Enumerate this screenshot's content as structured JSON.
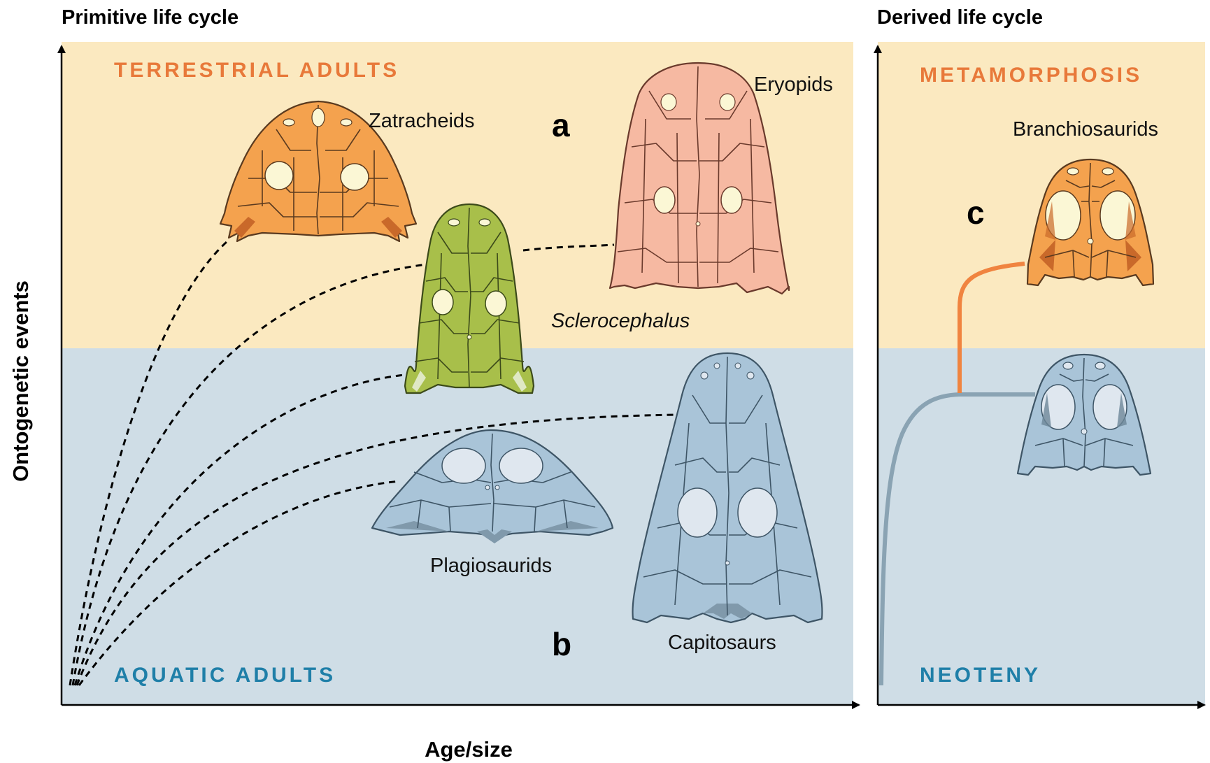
{
  "panels": {
    "primitive": {
      "title": "Primitive life cycle",
      "upper_band": "TERRESTRIAL ADULTS",
      "lower_band": "AQUATIC ADULTS",
      "letter_a": "a",
      "letter_b": "b"
    },
    "derived": {
      "title": "Derived life cycle",
      "upper_band": "METAMORPHOSIS",
      "lower_band": "NEOTENY",
      "letter_c": "c"
    }
  },
  "axes": {
    "y_label": "Ontogenetic events",
    "x_label": "Age/size"
  },
  "taxa": {
    "zatracheids": "Zatracheids",
    "eryopids": "Eryopids",
    "sclerocephalus": "Sclerocephalus",
    "plagiosaurids": "Plagiosaurids",
    "capitosaurs": "Capitosaurs",
    "branchiosaurids": "Branchiosaurids"
  },
  "colors": {
    "terrestrial_band": "#fbe9c0",
    "aquatic_band": "#cfdde6",
    "terrestrial_text": "#e8793a",
    "aquatic_text": "#1f7fa8",
    "zatracheid_skull": "#f4a24e",
    "eryopid_skull": "#f6b9a2",
    "sclerocephalus_skull": "#a8bf4a",
    "aquatic_skull": "#a9c4d8",
    "metamorphosis_curve": "#f08440",
    "neoteny_curve": "#8aa3b3"
  }
}
